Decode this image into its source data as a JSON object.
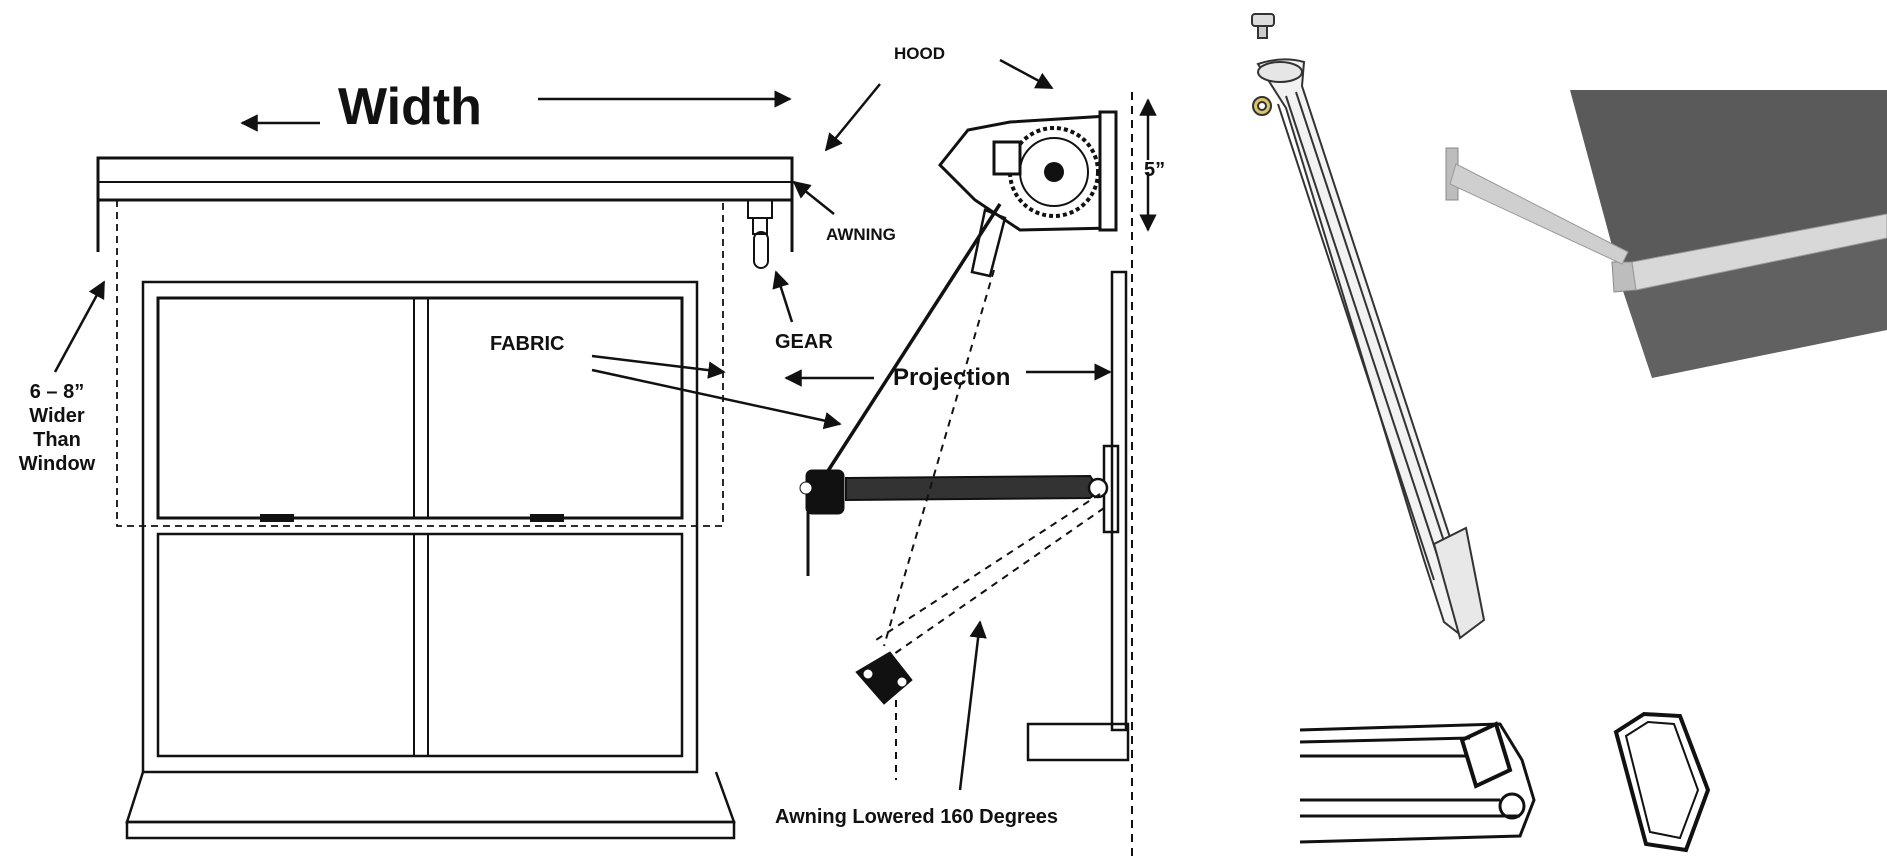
{
  "labels": {
    "width": "Width",
    "hood": "HOOD",
    "awning": "AWNING",
    "gear": "GEAR",
    "fabric": "FABRIC",
    "five_inch": "5”",
    "projection": "Projection",
    "awning_lowered": "Awning Lowered 160 Degrees",
    "wider_line1": "6 – 8”",
    "wider_line2": "Wider",
    "wider_line3": "Than",
    "wider_line4": "Window"
  },
  "colors": {
    "line": "#111111",
    "fabric_panel": "#5a5a5a",
    "fabric_edge": "#9a9a9a",
    "metal": "#d4d4d4"
  }
}
